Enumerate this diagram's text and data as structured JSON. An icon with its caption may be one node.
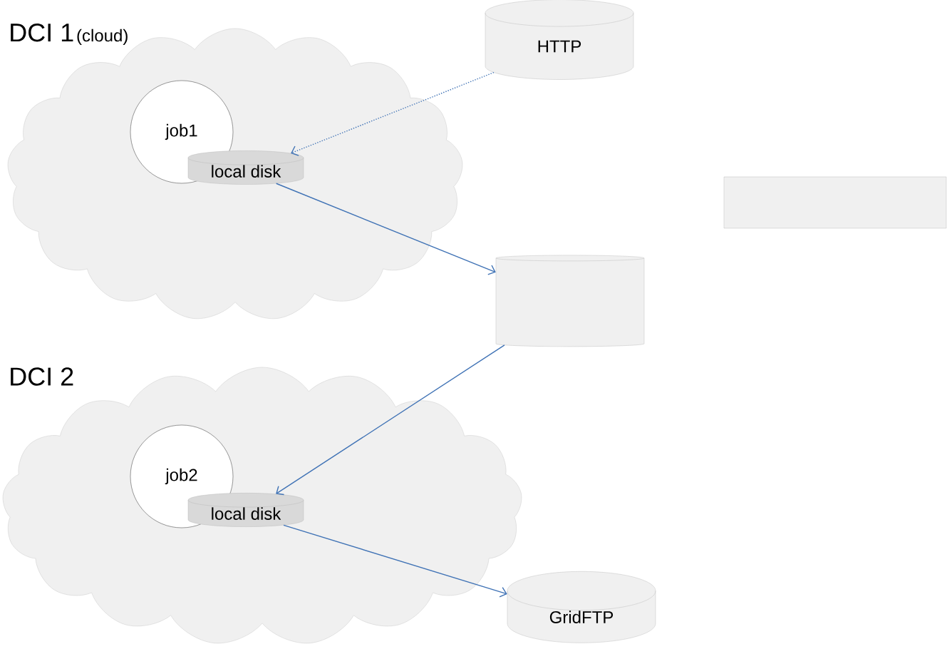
{
  "diagram": {
    "nodes": [
      {
        "text": [
          "DCI 1",
          "(cloud)"
        ]
      },
      {
        "text": [
          "job1"
        ],
        "in": 0
      },
      {
        "text": [
          "local disk"
        ],
        "in": 0
      },
      {
        "text": [
          "HTTP"
        ]
      },
      {
        "text": [],
        "shape": "box"
      },
      {
        "text": [],
        "shape": "cylinder"
      },
      {
        "text": [
          "DCI 2"
        ]
      },
      {
        "text": [
          "job2"
        ],
        "in": 6
      },
      {
        "text": [
          "local disk"
        ],
        "in": 6
      },
      {
        "text": [
          "GridFTP"
        ]
      }
    ],
    "edges": [
      {
        "from": 3,
        "to": 2,
        "arrow": "to",
        "style": "dashed"
      },
      {
        "from": 2,
        "to": 5,
        "arrow": "to"
      },
      {
        "from": 5,
        "to": 8,
        "arrow": "to"
      },
      {
        "from": 8,
        "to": 9,
        "arrow": "to"
      }
    ]
  }
}
